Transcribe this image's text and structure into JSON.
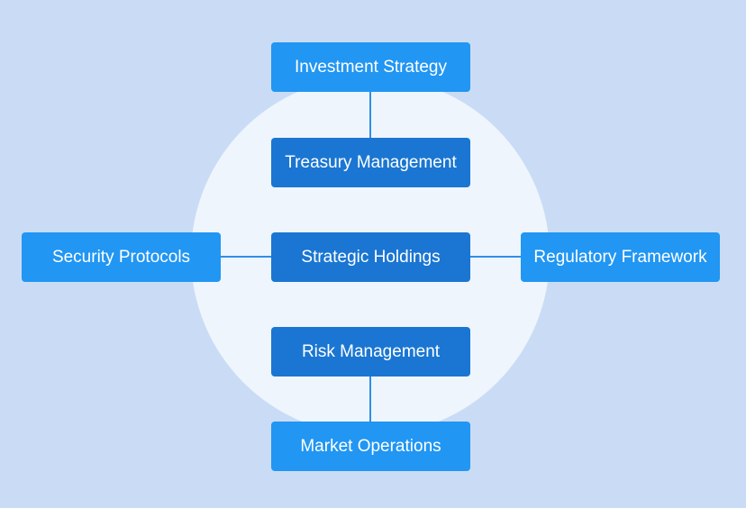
{
  "diagram": {
    "nodes": {
      "investment_strategy": "Investment Strategy",
      "treasury_management": "Treasury Management",
      "strategic_holdings": "Strategic Holdings",
      "risk_management": "Risk Management",
      "market_operations": "Market Operations",
      "security_protocols": "Security Protocols",
      "regulatory_framework": "Regulatory Framework"
    }
  },
  "colors": {
    "background": "#cadcf5",
    "circle": "#eef5fd",
    "node_light": "#2196f3",
    "node_dark": "#1a76d2",
    "connector": "#2f8fe6"
  }
}
